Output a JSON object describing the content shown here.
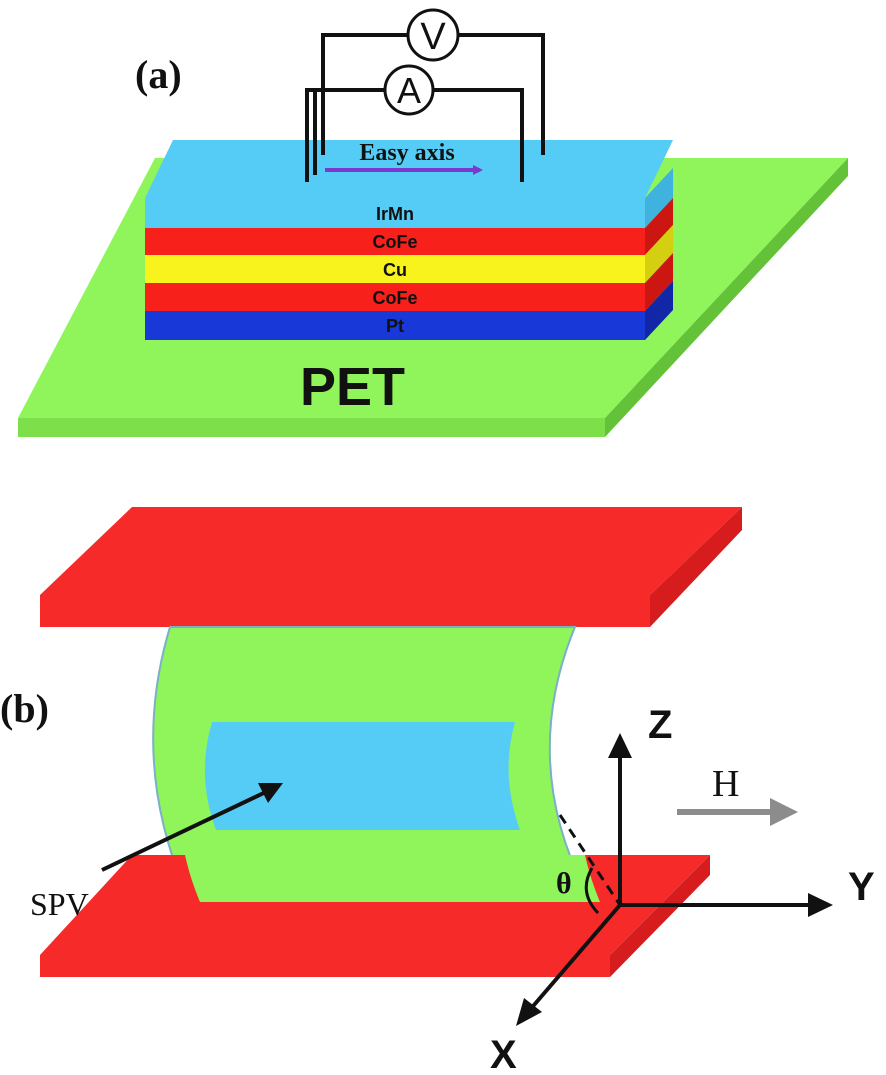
{
  "panel_a": {
    "label": "(a)",
    "substrate_label": "PET",
    "easy_axis_label": "Easy axis",
    "voltmeter_symbol": "V",
    "ammeter_symbol": "A",
    "layers": [
      {
        "name": "IrMn",
        "color": "#55ccf5"
      },
      {
        "name": "CoFe",
        "color": "#f7201a"
      },
      {
        "name": "Cu",
        "color": "#f8f21d"
      },
      {
        "name": "CoFe",
        "color": "#f7201a"
      },
      {
        "name": "Pt",
        "color": "#1838d8"
      }
    ],
    "colors": {
      "substrate": "#8ff55a",
      "arrow": "#7a3ad0"
    }
  },
  "panel_b": {
    "label": "(b)",
    "device_label": "SPV",
    "field_label": "H",
    "angle_label": "θ",
    "axis_z": "Z",
    "axis_y": "Y",
    "axis_x": "X",
    "colors": {
      "clamp": "#f72a2a",
      "film": "#8ff55a",
      "spv": "#55ccf5",
      "field_arrow": "#8c8c8c"
    }
  }
}
